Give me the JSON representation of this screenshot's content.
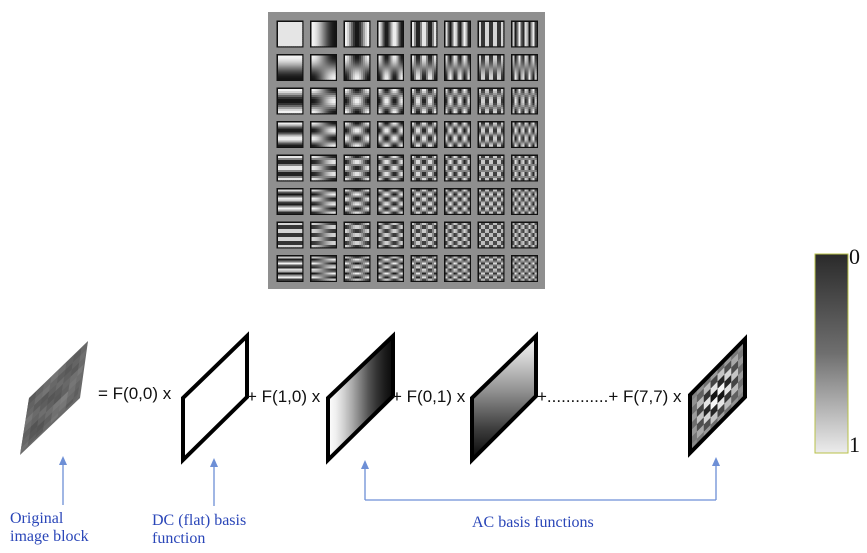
{
  "equation": {
    "terms": [
      "= F(0,0) x",
      "+ F(1,0) x",
      "+ F(0,1) x",
      "+.............+ F(7,7) x"
    ]
  },
  "labels": {
    "original_line1": "Original",
    "original_line2": "image block",
    "dc_line1": "DC (flat) basis",
    "dc_line2": "function",
    "ac": "AC basis functions"
  },
  "scale": {
    "top_label": "0",
    "bottom_label": "1"
  },
  "colors": {
    "arrow": "#6d8fd6",
    "label_text": "#2a46b8",
    "grid_background": "#8f8f8f",
    "scale_border": "#b8c24a"
  },
  "basis_grid": {
    "rows": 8,
    "cols": 8
  }
}
